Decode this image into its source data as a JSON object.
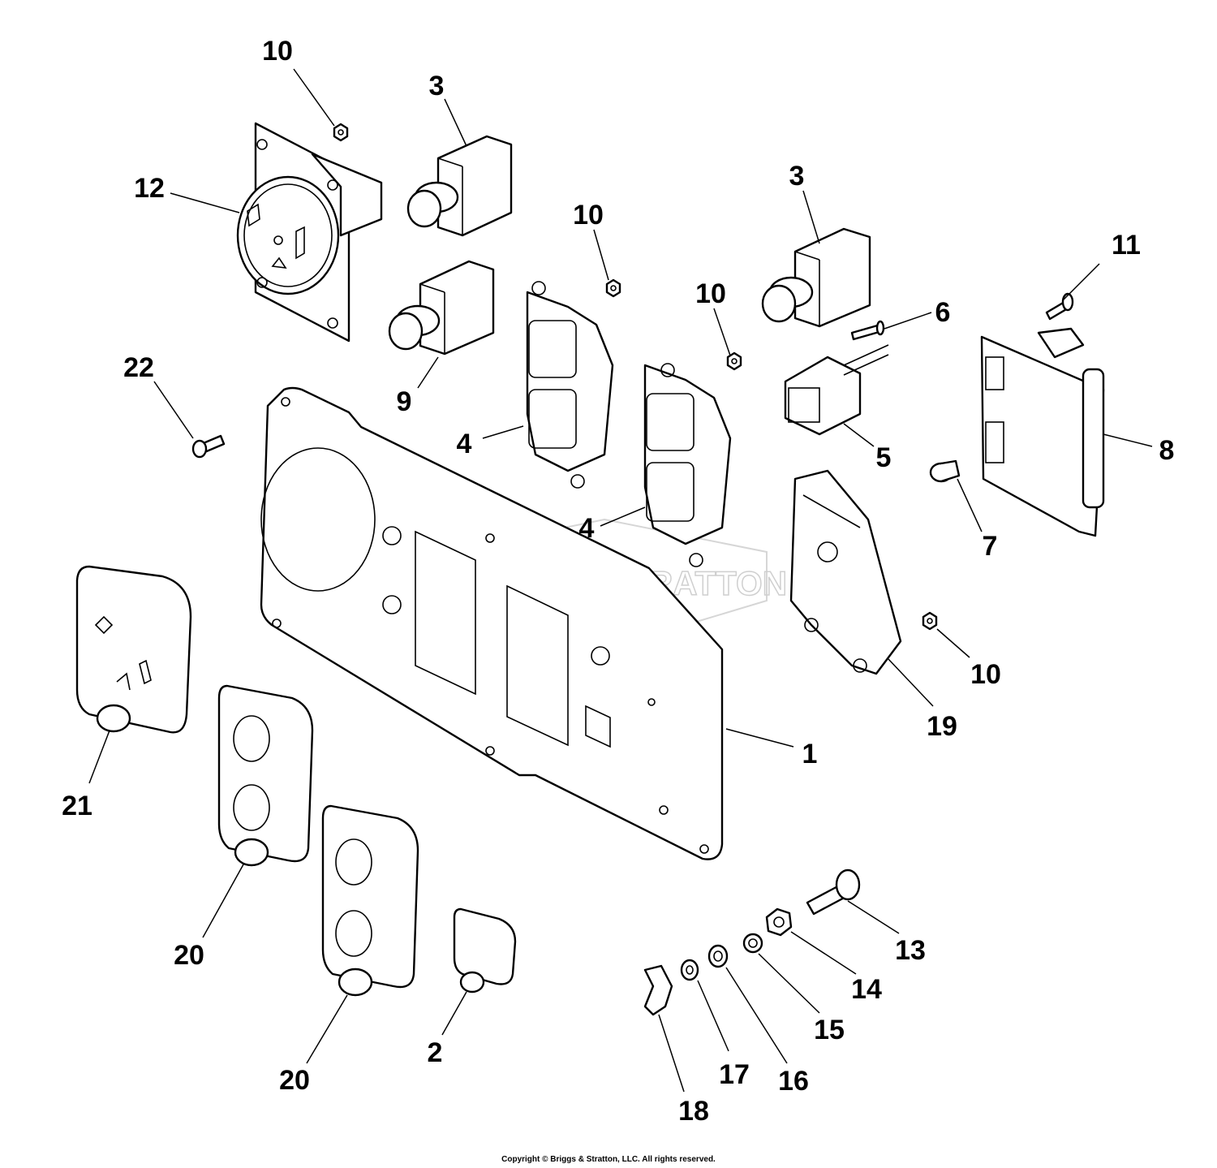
{
  "watermark": "BRIGGS & STRATTON",
  "copyright": "Copyright © Briggs & Stratton, LLC. All rights reserved.",
  "callouts": {
    "n1": "1",
    "n2": "2",
    "n3a": "3",
    "n3b": "3",
    "n4a": "4",
    "n4b": "4",
    "n5": "5",
    "n6": "6",
    "n7": "7",
    "n8": "8",
    "n9": "9",
    "n10a": "10",
    "n10b": "10",
    "n10c": "10",
    "n10d": "10",
    "n11": "11",
    "n12": "12",
    "n13": "13",
    "n14": "14",
    "n15": "15",
    "n16": "16",
    "n17": "17",
    "n18": "18",
    "n19": "19",
    "n20a": "20",
    "n20b": "20",
    "n21": "21",
    "n22": "22"
  }
}
